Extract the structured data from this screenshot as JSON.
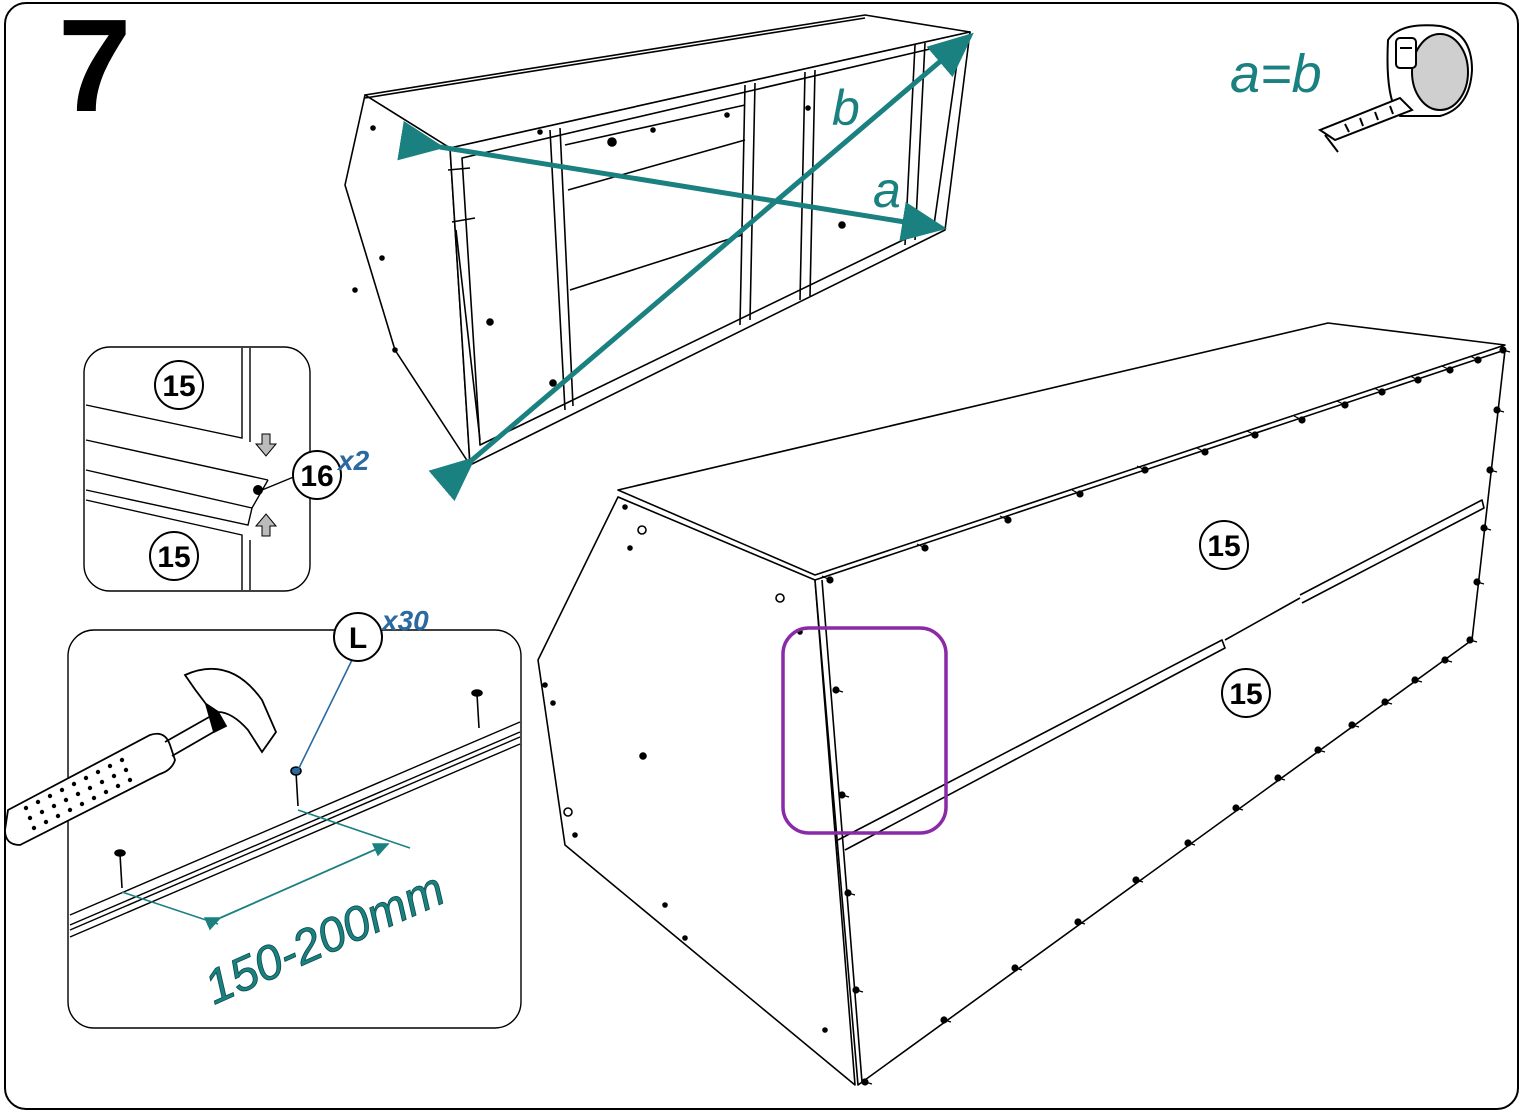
{
  "step": {
    "number": "7"
  },
  "measure": {
    "equation": "a=b",
    "diagonal_a": "a",
    "diagonal_b": "b"
  },
  "parts": {
    "panel_label": "15",
    "strip_label": "16",
    "strip_qty": "x2",
    "nail_label": "L",
    "nail_qty": "x30"
  },
  "nail_spacing": "150-200mm",
  "colors": {
    "accent_teal": "#1a8080",
    "callout_blue": "#2a6aa0",
    "highlight_purple": "#8a2aa8",
    "line": "#000000"
  },
  "icons": [
    "tape-measure-icon",
    "hammer-icon",
    "nail-icon"
  ]
}
